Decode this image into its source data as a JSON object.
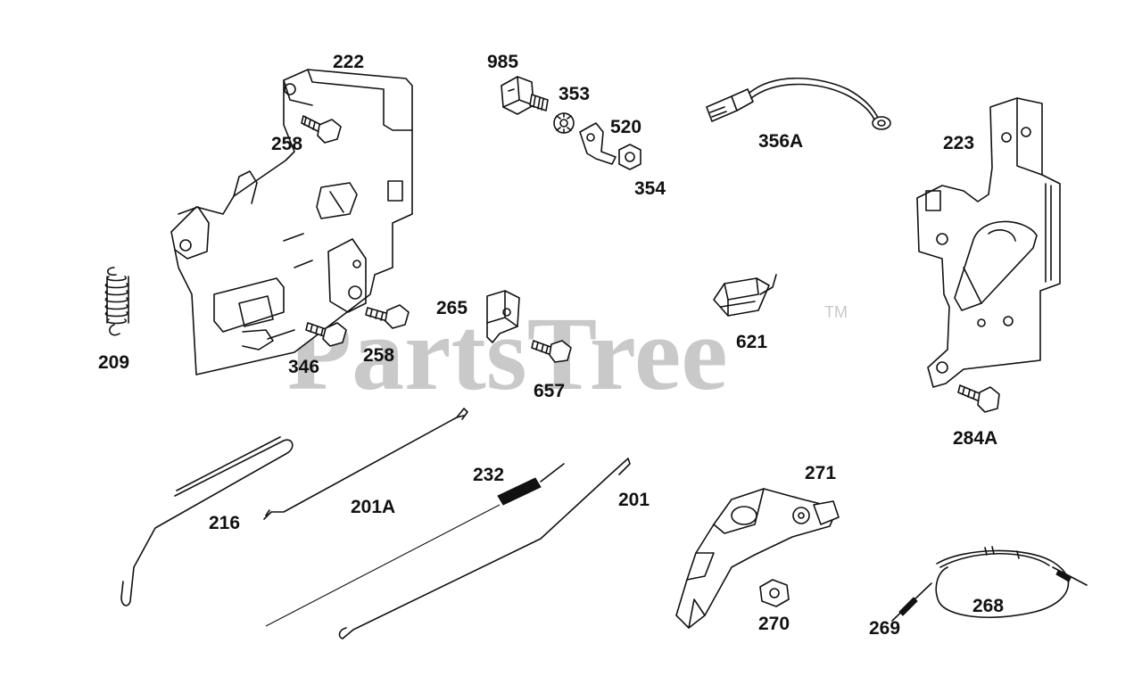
{
  "watermark": {
    "text": "PartsTree",
    "trademark": "TM"
  },
  "labels": {
    "p222": "222",
    "p258a": "258",
    "p209": "209",
    "p346": "346",
    "p258b": "258",
    "p985": "985",
    "p353": "353",
    "p520": "520",
    "p354": "354",
    "p265": "265",
    "p657": "657",
    "p356A": "356A",
    "p621": "621",
    "p223": "223",
    "p284A": "284A",
    "p216": "216",
    "p201A": "201A",
    "p232": "232",
    "p201": "201",
    "p271": "271",
    "p270": "270",
    "p269": "269",
    "p268": "268"
  },
  "colors": {
    "line": "#111111",
    "watermark": "#c9c9c9",
    "background": "#ffffff"
  }
}
